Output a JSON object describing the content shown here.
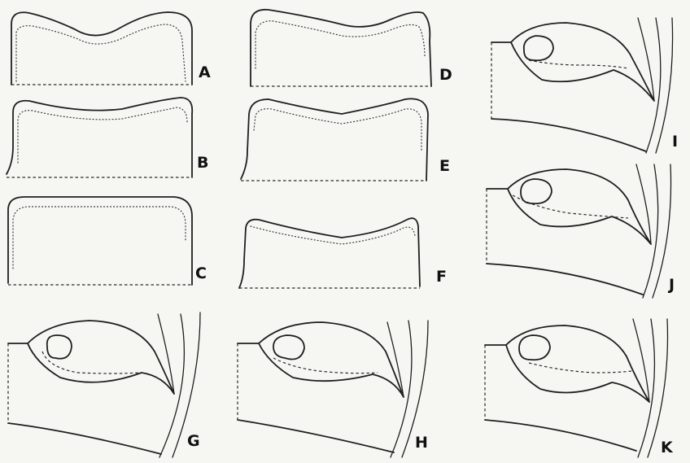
{
  "figure": {
    "panel_labels": [
      "A",
      "B",
      "C",
      "D",
      "E",
      "F",
      "G",
      "H",
      "I",
      "J",
      "K"
    ]
  }
}
